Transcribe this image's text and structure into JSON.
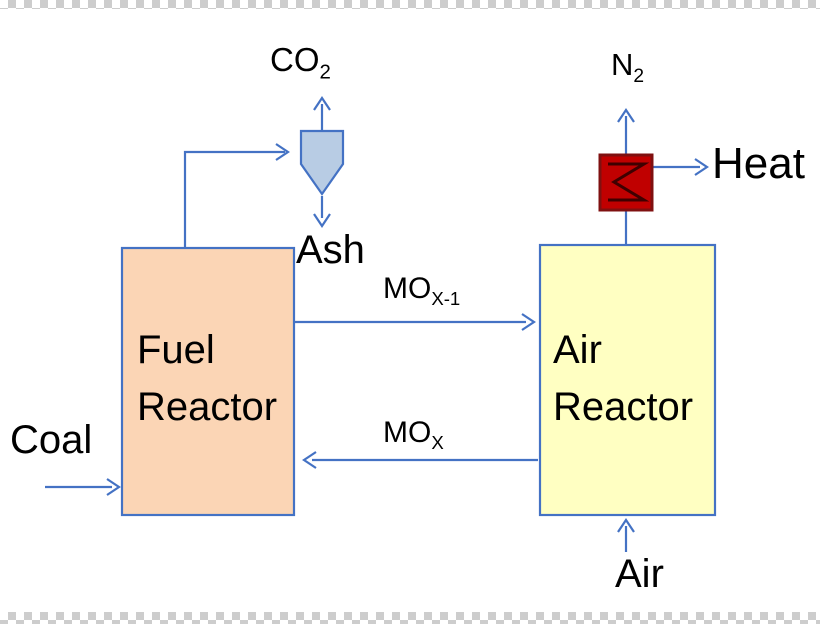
{
  "labels": {
    "co2": {
      "main": "CO",
      "sub": "2"
    },
    "n2": {
      "main": "N",
      "sub": "2"
    },
    "ash": "Ash",
    "heat": "Heat",
    "coal": "Coal",
    "air": "Air",
    "fuel_reactor": {
      "line1": "Fuel",
      "line2": "Reactor"
    },
    "air_reactor": {
      "line1": "Air",
      "line2": "Reactor"
    },
    "mo_x1": {
      "main": "MO",
      "sub": "X-1"
    },
    "mo_x": {
      "main": "MO",
      "sub": "X"
    }
  },
  "colors": {
    "line": "#4472C4",
    "fuel_reactor_fill": "#FBD5B5",
    "air_reactor_fill": "#FFFFC2",
    "cyclone_fill": "#B8CCE4",
    "heat_exchanger_fill": "#C00000",
    "heat_exchanger_border": "#7F1010",
    "heat_exchanger_zigzag": "#3F0000",
    "text": "#000000"
  }
}
